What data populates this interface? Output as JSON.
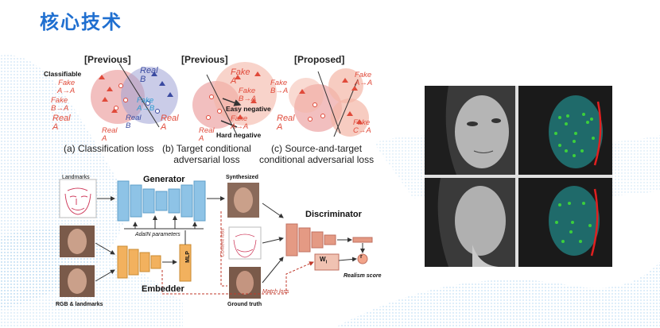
{
  "slide": {
    "title": "核心技术"
  },
  "loss_panels": [
    {
      "header": "[Previous]",
      "caption": "(a) Classification loss",
      "labels": {
        "classifiable": "Classifiable",
        "fake_aa": [
          "Fake",
          "A→A"
        ],
        "fake_ba": [
          "Fake",
          "B→A"
        ],
        "real_a": [
          "Real",
          "A"
        ],
        "real_a_small": [
          "Real",
          "A"
        ],
        "real_b": [
          "Real",
          "B"
        ],
        "fake_ab": [
          "Fake",
          "A→B"
        ],
        "real_b_small": [
          "Real",
          "B"
        ]
      }
    },
    {
      "header": "[Previous]",
      "caption": "(b) Target conditional\nadversarial loss",
      "caption_lines": [
        "(b) Target conditional",
        "adversarial loss"
      ],
      "labels": {
        "fake_a": [
          "Fake",
          "A"
        ],
        "fake_ba": [
          "Fake",
          "B→A"
        ],
        "easy_negative": "Easy negative",
        "fake_aa": [
          "Fake",
          "A→A"
        ],
        "hard_negative": "Hard negative",
        "real_a": [
          "Real",
          "A"
        ],
        "real_a_small": [
          "Real",
          "A"
        ]
      }
    },
    {
      "header": "[Proposed]",
      "caption_lines": [
        "(c) Source-and-target",
        "conditional adversarial loss"
      ],
      "labels": {
        "fake_aa": [
          "Fake",
          "A→A"
        ],
        "fake_ba": [
          "Fake",
          "B→A"
        ],
        "real_a": [
          "Real",
          "A"
        ],
        "fake_ca": [
          "Fake",
          "C→A"
        ]
      }
    }
  ],
  "architecture": {
    "landmarks": "Landmarks",
    "generator": "Generator",
    "synthesized": "Synthesized",
    "adain": "AdaIN parameters",
    "mlp": "MLP",
    "content_loss": "Content loss",
    "discriminator": "Discriminator",
    "wi": "W",
    "wi_sub": "i",
    "r": "r",
    "realism": "Realism score",
    "embedder": "Embedder",
    "rgb_landmarks": "RGB & landmarks",
    "ground_truth": "Ground truth",
    "match_loss": "Match loss"
  },
  "colors": {
    "title": "#1f6fd0",
    "generator": "#8ec3e6",
    "embedder": "#f2b15e",
    "discriminator": "#e49a84",
    "loss_red": "#c0392b",
    "fake_red": "#e04a3a",
    "real_blue": "#3a4aa0"
  }
}
